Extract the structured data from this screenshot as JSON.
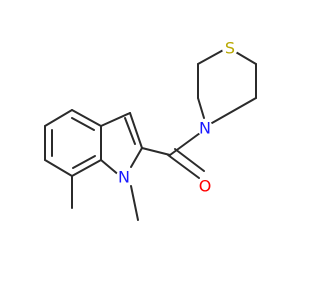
{
  "molecule": {
    "atoms": {
      "sulfur": {
        "symbol": "S",
        "color": "#b8a800"
      },
      "morpholine_nitrogen": {
        "symbol": "N",
        "color": "#1a1aff"
      },
      "oxygen": {
        "symbol": "O",
        "color": "#ff0000"
      },
      "indole_nitrogen": {
        "symbol": "N",
        "color": "#1a1aff"
      }
    },
    "colors": {
      "bond": "#2b2b2b",
      "background": "#ffffff"
    }
  }
}
